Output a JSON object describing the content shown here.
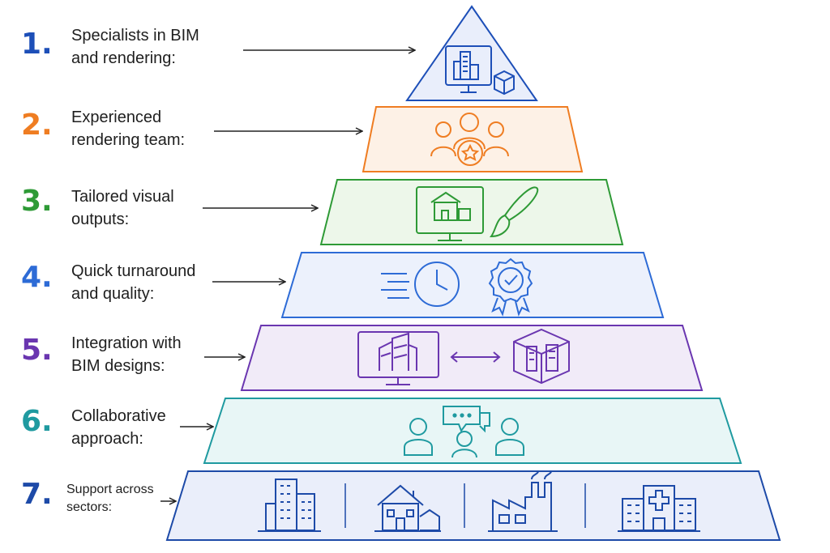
{
  "levels": [
    {
      "number": "1.",
      "color": "#1d4fb8",
      "fill": "#e9eefb",
      "lines": [
        "Specialists in BIM",
        "and rendering:"
      ],
      "icons": [
        "building-monitor-icon",
        "cube-icon"
      ]
    },
    {
      "number": "2.",
      "color": "#ef7d22",
      "fill": "#fdf1e6",
      "lines": [
        "Experienced",
        "rendering team:"
      ],
      "icons": [
        "team-star-icon"
      ]
    },
    {
      "number": "3.",
      "color": "#2e9a36",
      "fill": "#edf7ea",
      "lines": [
        "Tailored visual",
        "outputs:"
      ],
      "icons": [
        "house-monitor-icon",
        "paintbrush-icon"
      ]
    },
    {
      "number": "4.",
      "color": "#2d6bd6",
      "fill": "#ecf1fc",
      "lines": [
        "Quick turnaround",
        "and quality:"
      ],
      "icons": [
        "fast-clock-icon",
        "quality-badge-icon"
      ]
    },
    {
      "number": "5.",
      "color": "#6a36b0",
      "fill": "#f1ebf8",
      "lines": [
        "Integration with",
        "BIM designs:"
      ],
      "icons": [
        "bim-monitor-icon",
        "two-way-arrow-icon",
        "bim-cube-icon"
      ]
    },
    {
      "number": "6.",
      "color": "#1f9aa0",
      "fill": "#e8f6f6",
      "lines": [
        "Collaborative",
        "approach:"
      ],
      "icons": [
        "collaboration-people-icon"
      ]
    },
    {
      "number": "7.",
      "color": "#1d4aa8",
      "fill": "#eaeefa",
      "lines": [
        "Support across",
        "sectors:"
      ],
      "icons": [
        "office-building-icon",
        "house-icon",
        "factory-icon",
        "hospital-icon"
      ]
    }
  ]
}
